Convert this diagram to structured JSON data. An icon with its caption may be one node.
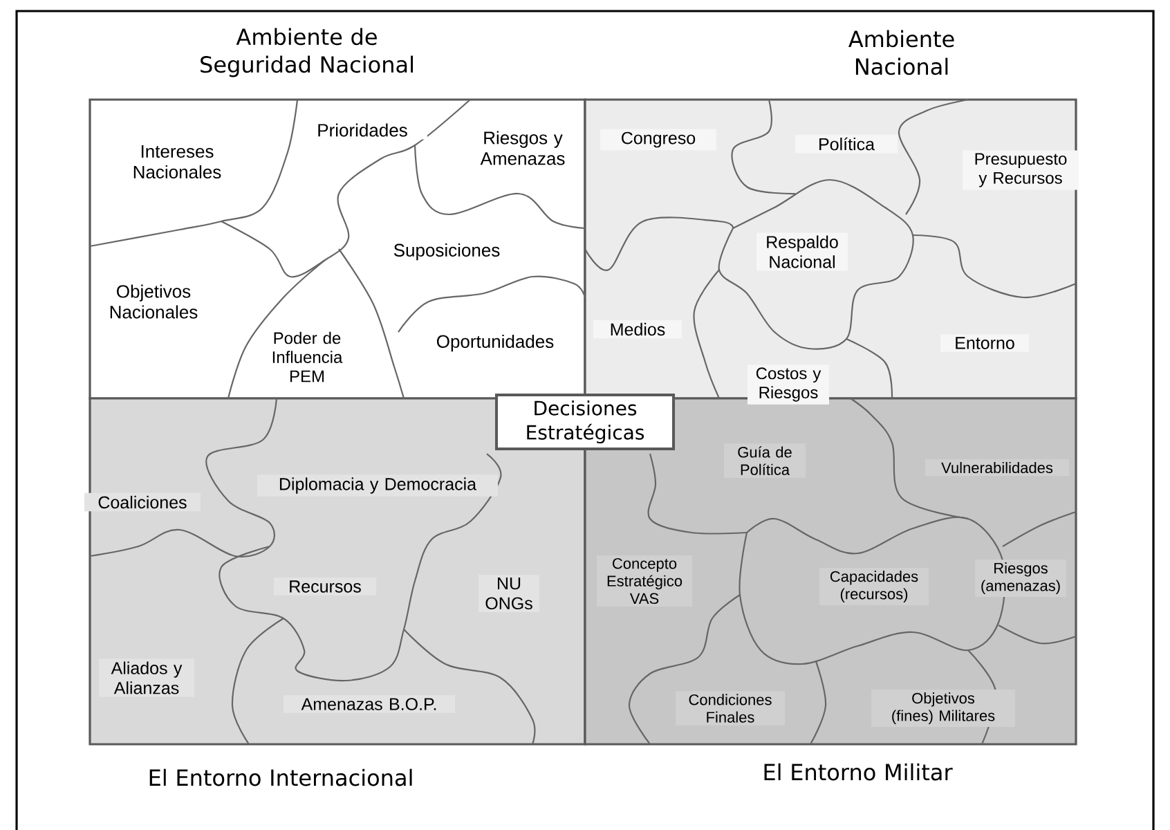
{
  "diagram": {
    "nodes": [
      {
        "text": [
          "Ambiente de Seguridad Nacional"
        ]
      },
      {
        "text": [
          "Intereses Nacionales"
        ],
        "in": 0
      },
      {
        "text": [
          "Prioridades"
        ],
        "in": 0
      },
      {
        "text": [
          "Riesgos y Amenazas"
        ],
        "in": 0
      },
      {
        "text": [
          "Suposiciones"
        ],
        "in": 0
      },
      {
        "text": [
          "Objetivos Nacionales"
        ],
        "in": 0
      },
      {
        "text": [
          "Poder de Influencia PEM"
        ],
        "in": 0
      },
      {
        "text": [
          "Oportunidades"
        ],
        "in": 0
      },
      {
        "text": [
          "Ambiente Nacional"
        ]
      },
      {
        "text": [
          "Congreso"
        ],
        "in": 8
      },
      {
        "text": [
          "Política"
        ],
        "in": 8
      },
      {
        "text": [
          "Presupuesto y Recursos"
        ],
        "in": 8
      },
      {
        "text": [
          "Respaldo Nacional"
        ],
        "in": 8
      },
      {
        "text": [
          "Medios"
        ],
        "in": 8
      },
      {
        "text": [
          "Entorno"
        ],
        "in": 8
      },
      {
        "text": [
          "Costos y Riesgos"
        ],
        "in": 8
      },
      {
        "text": [
          "Decisiones Estratégicas"
        ]
      },
      {
        "text": [
          "El Entorno Internacional"
        ]
      },
      {
        "text": [
          "Coaliciones"
        ],
        "in": 17
      },
      {
        "text": [
          "Diplomacia y Democracia"
        ],
        "in": 17
      },
      {
        "text": [
          "Recursos"
        ],
        "in": 17
      },
      {
        "text": [
          "NU ONGs"
        ],
        "in": 17
      },
      {
        "text": [
          "Aliados y Alianzas"
        ],
        "in": 17
      },
      {
        "text": [
          "Amenazas B.O.P."
        ],
        "in": 17
      },
      {
        "text": [
          "El Entorno Militar"
        ]
      },
      {
        "text": [
          "Guía de Política"
        ],
        "in": 24
      },
      {
        "text": [
          "Vulnerabilidades"
        ],
        "in": 24
      },
      {
        "text": [
          "Concepto Estratégico VAS"
        ],
        "in": 24
      },
      {
        "text": [
          "Capacidades (recursos)"
        ],
        "in": 24
      },
      {
        "text": [
          "Riesgos (amenazas)"
        ],
        "in": 24
      },
      {
        "text": [
          "Condiciones Finales"
        ],
        "in": 24
      },
      {
        "text": [
          "Objetivos (fines) Militares"
        ],
        "in": 24
      }
    ]
  }
}
